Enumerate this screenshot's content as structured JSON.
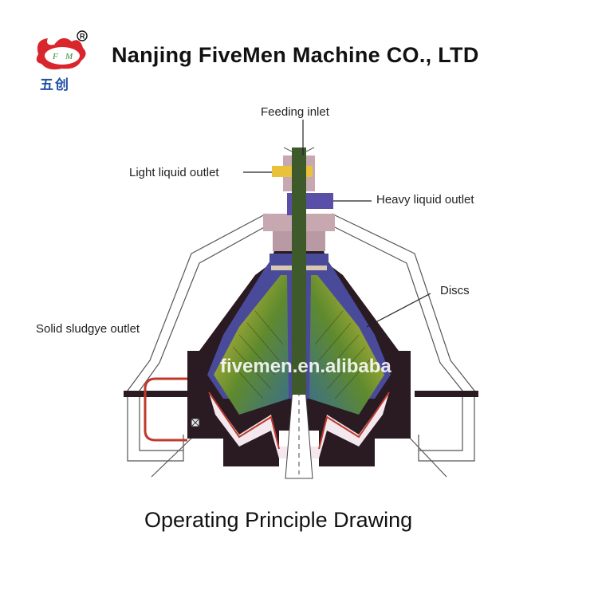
{
  "header": {
    "logo_letters": "F  M",
    "logo_registered": "®",
    "logo_chinese": "五创",
    "company_name": "Nanjing FiveMen Machine CO., LTD"
  },
  "diagram": {
    "labels": {
      "feeding_inlet": "Feeding inlet",
      "light_liquid_outlet": "Light liquid  outlet",
      "heavy_liquid_outlet": "Heavy liquid outlet",
      "discs": "Discs",
      "solid_sludge_outlet": "Solid sludgye outlet"
    },
    "watermark": "fivemen.en.alibaba",
    "colors": {
      "light_outlet": "#e8c23a",
      "heavy_outlet": "#5a4fa8",
      "discs_yellow": "#e0c43a",
      "discs_green": "#3f6a2a",
      "bowl_dark": "#2a1a22",
      "sludge_red": "#c0392b",
      "housing": "#ffffff"
    }
  },
  "caption": "Operating Principle Drawing"
}
